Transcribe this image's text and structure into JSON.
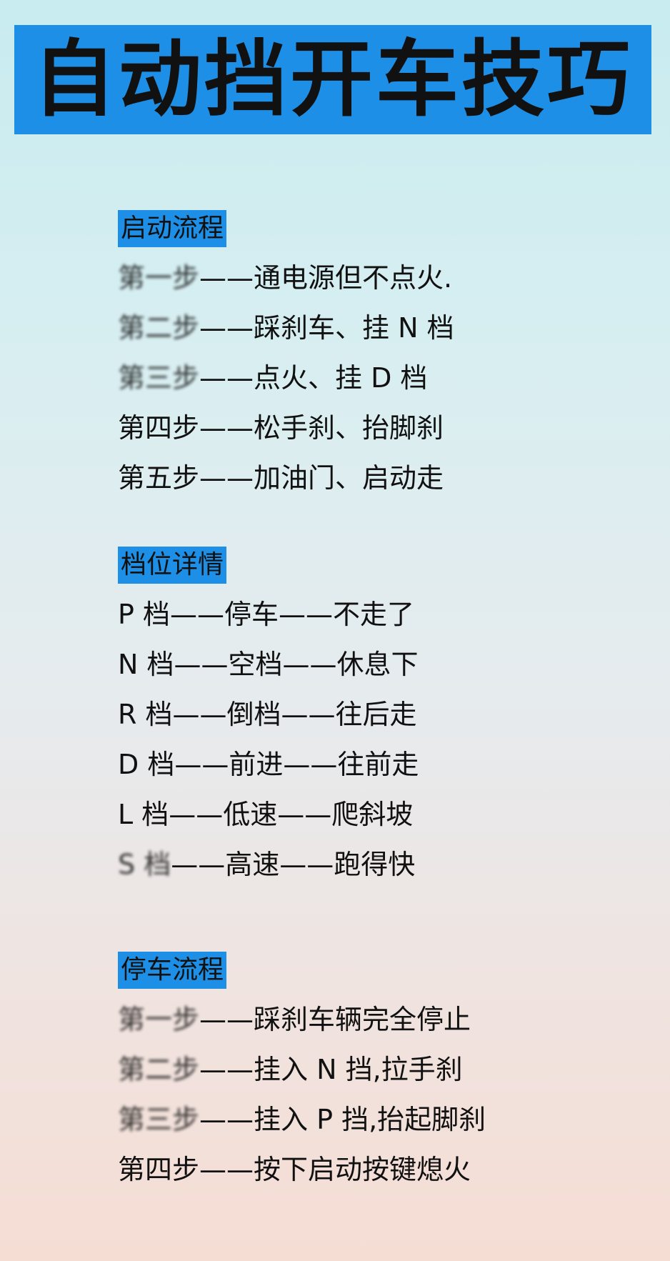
{
  "title": "自动挡开车技巧",
  "start": {
    "heading": "启动流程",
    "steps": [
      {
        "step": "第一步",
        "text": "——通电源但不点火."
      },
      {
        "step": "第二步",
        "text": "——踩刹车、挂 N 档"
      },
      {
        "step": "第三步",
        "text": "——点火、挂 D 档"
      },
      {
        "step": "第四步",
        "text": "——松手刹、抬脚刹"
      },
      {
        "step": "第五步",
        "text": "——加油门、启动走"
      }
    ]
  },
  "gears": {
    "heading": "档位详情",
    "items": [
      {
        "gear": "P 档",
        "text": "——停车——不走了"
      },
      {
        "gear": "N 档",
        "text": "——空档——休息下"
      },
      {
        "gear": "R 档",
        "text": "——倒档——往后走"
      },
      {
        "gear": "D 档",
        "text": "——前进——往前走"
      },
      {
        "gear": "L 档",
        "text": "——低速——爬斜坡"
      },
      {
        "gear": "S 档",
        "text": "——高速——跑得快"
      }
    ]
  },
  "stop": {
    "heading": "停车流程",
    "steps": [
      {
        "step": "第一步",
        "text": "——踩刹车辆完全停止"
      },
      {
        "step": "第二步",
        "text": "——挂入 N 挡,拉手刹"
      },
      {
        "step": "第三步",
        "text": "——挂入 P 挡,抬起脚刹"
      },
      {
        "step": "第四步",
        "text": "——按下启动按键熄火"
      }
    ]
  }
}
